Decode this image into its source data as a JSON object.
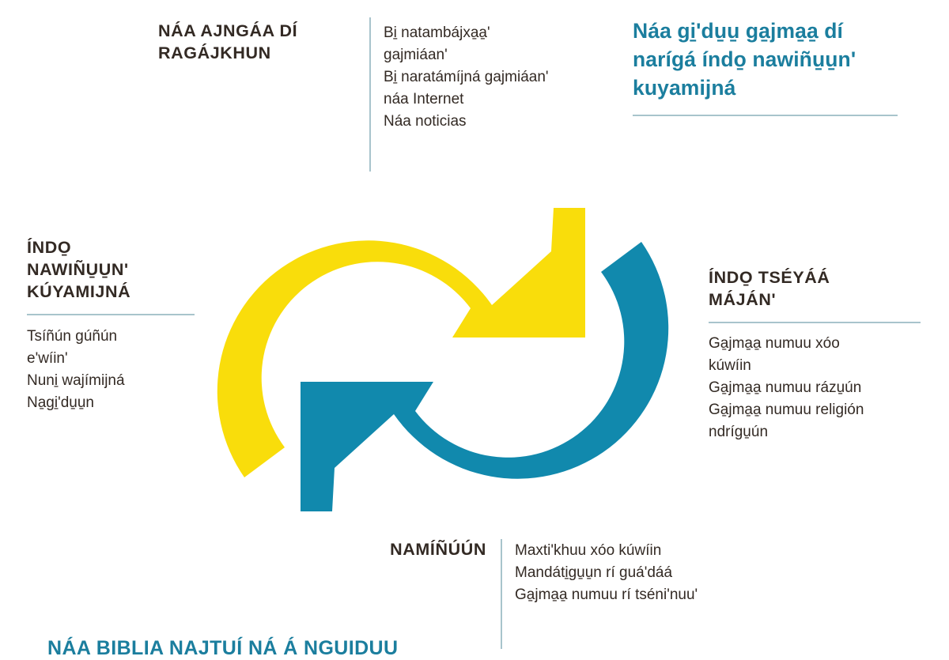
{
  "colors": {
    "yellow": "#F9DD0B",
    "blue": "#1189AD",
    "heading_blue": "#1B7E9E",
    "text": "#332A24",
    "rule": "#A8C4CC",
    "background": "#FFFFFF"
  },
  "diagram": {
    "type": "cycle",
    "arrows": [
      {
        "name": "yellow-arrow",
        "color": "#F9DD0B",
        "direction": "clockwise-top"
      },
      {
        "name": "blue-arrow",
        "color": "#1189AD",
        "direction": "clockwise-bottom"
      }
    ]
  },
  "blocks": {
    "top_left": {
      "title_line1": "NÁA AJNGÁA DÍ",
      "title_line2": "RAGÁJKHUN",
      "items": [
        "Bi̱ natambájxa̱a̱'",
        "gajmiáan'",
        "Bi̱ naratámíjná gajmiáan'",
        "náa Internet",
        "Náa noticias"
      ]
    },
    "top_right": {
      "heading_line1": "Náa gi̱'du̱u̱ ga̱jma̱a̱ dí",
      "heading_line2": "narígá índo̱ nawiñu̱u̱n'",
      "heading_line3": "kuyamijná"
    },
    "left": {
      "title_line1": "ÍNDO̱",
      "title_line2": "NAWIÑU̱U̱N'",
      "title_line3": "KÚYAMIJNÁ",
      "items": [
        "Tsíñún gúñún",
        "e'wíin'",
        "Nuni̱ wajímijná",
        "Na̱gi̱'du̱u̱n"
      ]
    },
    "right": {
      "title_line1": "ÍNDO̱ TSÉYÁÁ",
      "title_line2": "MÁJÁN'",
      "items": [
        "Ga̱jma̱a̱ numuu xóo",
        "kúwíin",
        "Ga̱jma̱a̱ numuu rázu̱ún",
        "Ga̱jma̱a̱ numuu religión",
        "ndrígu̱ún"
      ]
    },
    "bottom": {
      "title": "NAMÍÑÚÚN",
      "items": [
        "Maxti'khuu xóo kúwíin",
        "Mandáti̱gu̱u̱n rí guá'dáá",
        "Ga̱jma̱a̱ numuu rí tséni'nuu'"
      ]
    },
    "bottom_caption": "NÁA BIBLIA NAJTUÍ NÁ Á NGUIDUU"
  }
}
